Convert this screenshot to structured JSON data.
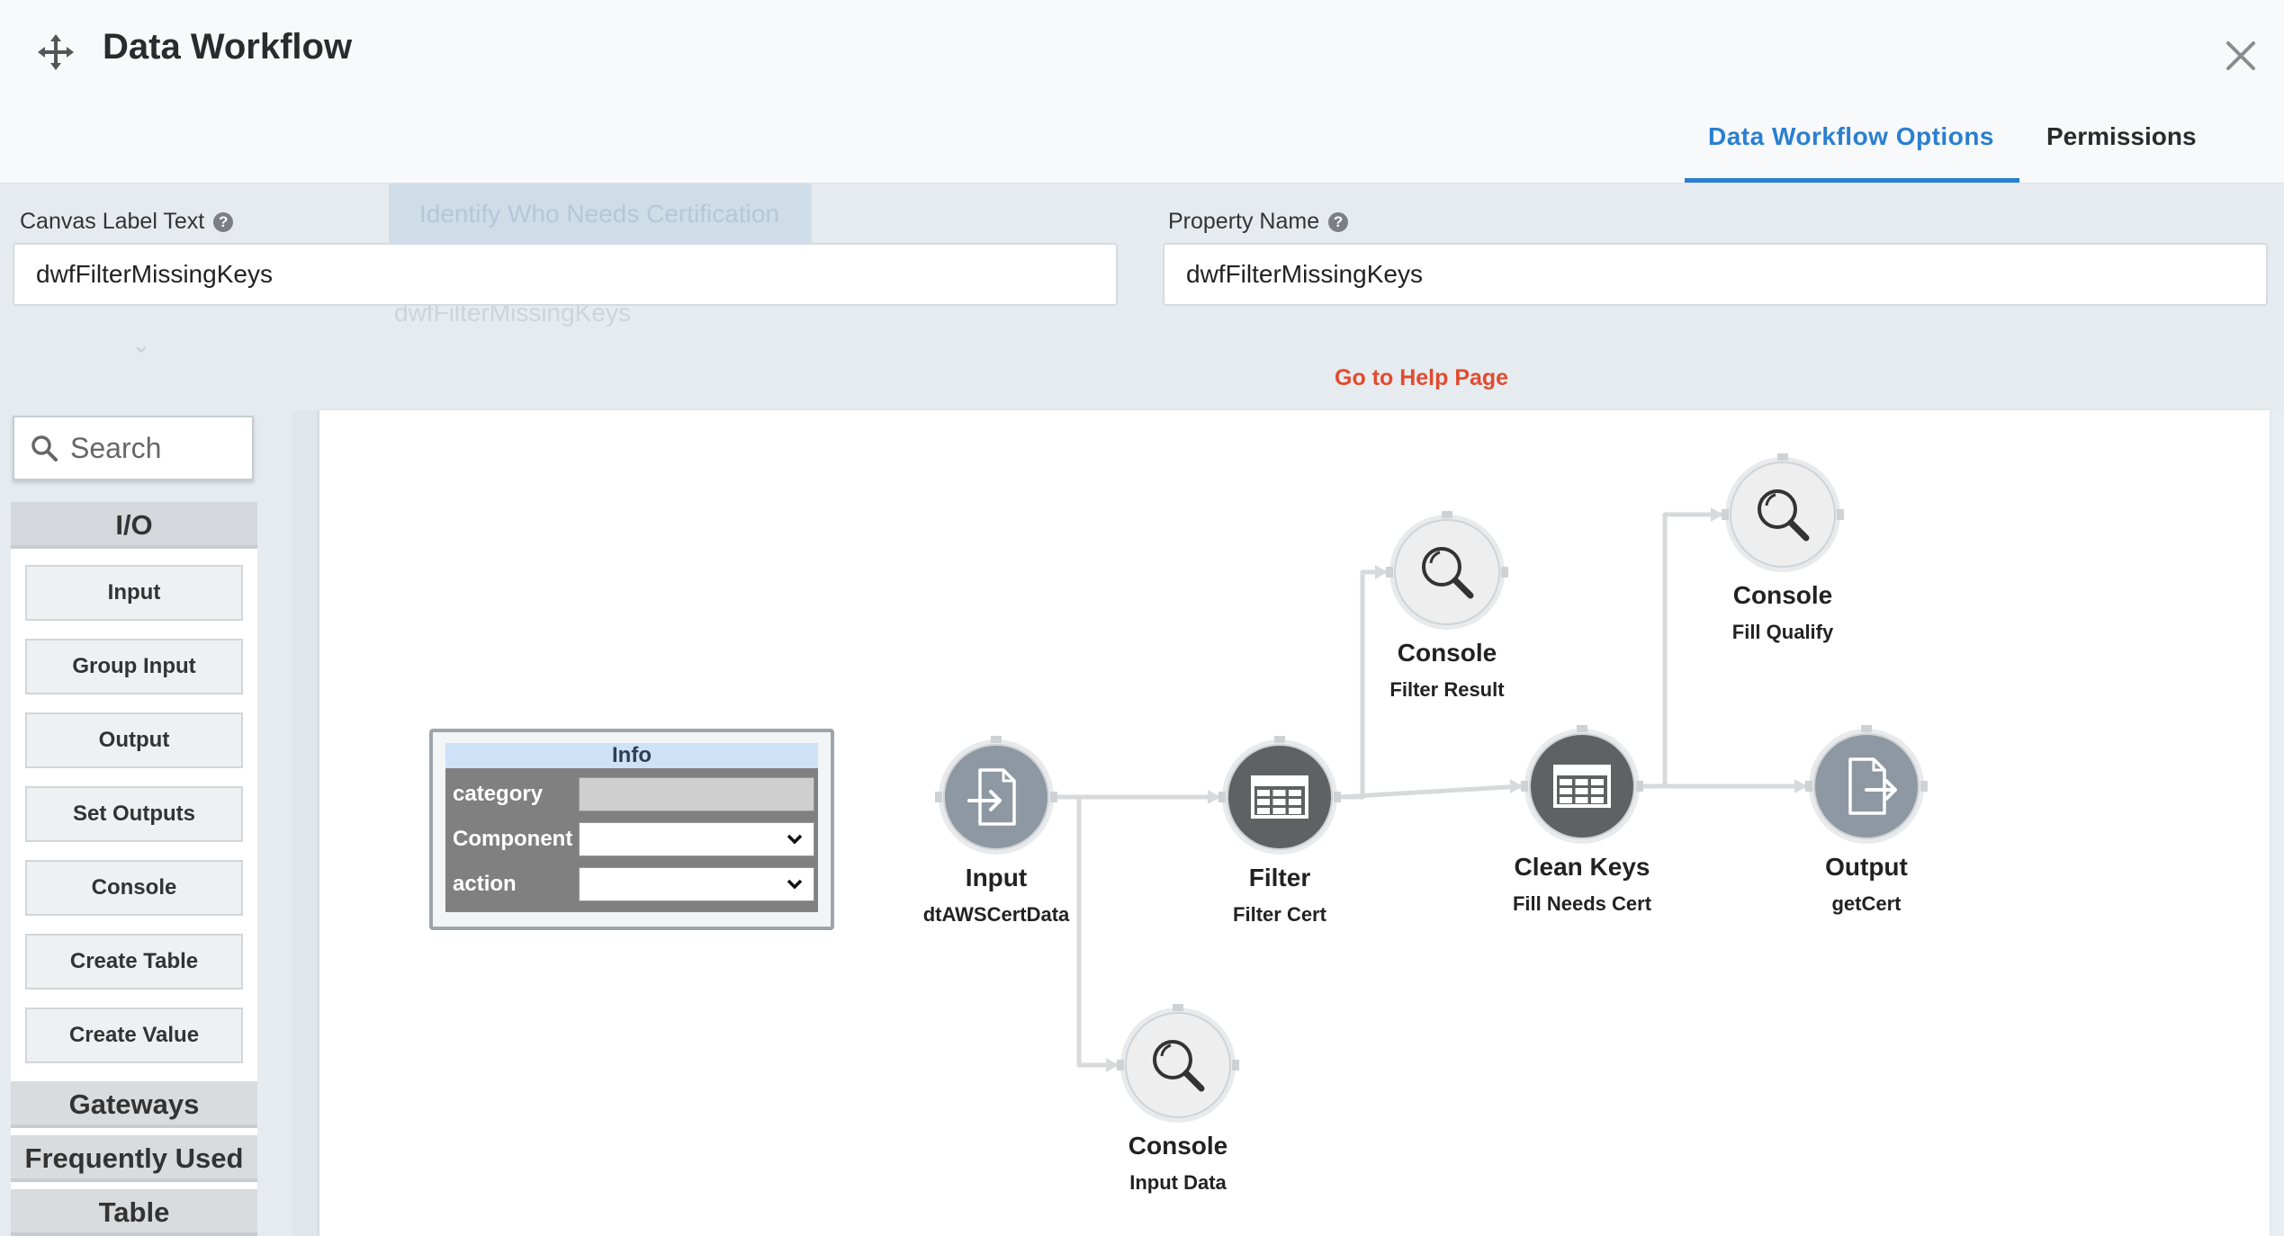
{
  "app": {
    "title": "Data Workflow",
    "close_icon": "close-icon",
    "move_icon": "move-icon"
  },
  "tabs": [
    {
      "label": "Data Workflow Options",
      "active": true
    },
    {
      "label": "Permissions",
      "active": false
    }
  ],
  "background": {
    "ghost_button": "Identify Who Needs Certification",
    "ghost_text": "dwfFilterMissingKeys"
  },
  "form": {
    "canvas_label": {
      "label": "Canvas Label Text",
      "value": "dwfFilterMissingKeys"
    },
    "property_name": {
      "label": "Property Name",
      "value": "dwfFilterMissingKeys"
    },
    "help_link": "Go to Help Page"
  },
  "sidebar": {
    "search_placeholder": "Search",
    "categories": [
      "I/O",
      "Gateways",
      "Frequently Used",
      "Table"
    ],
    "io_items": [
      "Input",
      "Group Input",
      "Output",
      "Set Outputs",
      "Console",
      "Create Table",
      "Create Value"
    ]
  },
  "info_box": {
    "title": "Info",
    "rows": [
      {
        "label": "category",
        "kind": "text",
        "value": ""
      },
      {
        "label": "Component",
        "kind": "select",
        "value": ""
      },
      {
        "label": "action",
        "kind": "select",
        "value": ""
      }
    ]
  },
  "nodes": [
    {
      "id": "input",
      "type": "Input",
      "name": "dtAWSCertData",
      "icon": "input-document-icon",
      "style": "light"
    },
    {
      "id": "filter",
      "type": "Filter",
      "name": "Filter Cert",
      "icon": "table-icon",
      "style": "dark"
    },
    {
      "id": "console_filter",
      "type": "Console",
      "name": "Filter Result",
      "icon": "magnifier-icon",
      "style": "pale"
    },
    {
      "id": "clean",
      "type": "Clean Keys",
      "name": "Fill Needs Cert",
      "icon": "table-icon",
      "style": "dark"
    },
    {
      "id": "console_fill",
      "type": "Console",
      "name": "Fill Qualify",
      "icon": "magnifier-icon",
      "style": "pale"
    },
    {
      "id": "output",
      "type": "Output",
      "name": "getCert",
      "icon": "output-document-icon",
      "style": "light"
    },
    {
      "id": "console_input",
      "type": "Console",
      "name": "Input Data",
      "icon": "magnifier-icon",
      "style": "pale"
    }
  ],
  "edges": [
    {
      "from": "input",
      "to": "filter"
    },
    {
      "from": "input",
      "to": "console_input"
    },
    {
      "from": "filter",
      "to": "console_filter"
    },
    {
      "from": "filter",
      "to": "clean"
    },
    {
      "from": "clean",
      "to": "console_fill"
    },
    {
      "from": "clean",
      "to": "output"
    }
  ],
  "colors": {
    "accent": "#2a7fd0",
    "help_link": "#e04b2f",
    "node_dark": "#5f6163",
    "node_light": "#8e98a2",
    "node_pale": "#eeeeee"
  }
}
